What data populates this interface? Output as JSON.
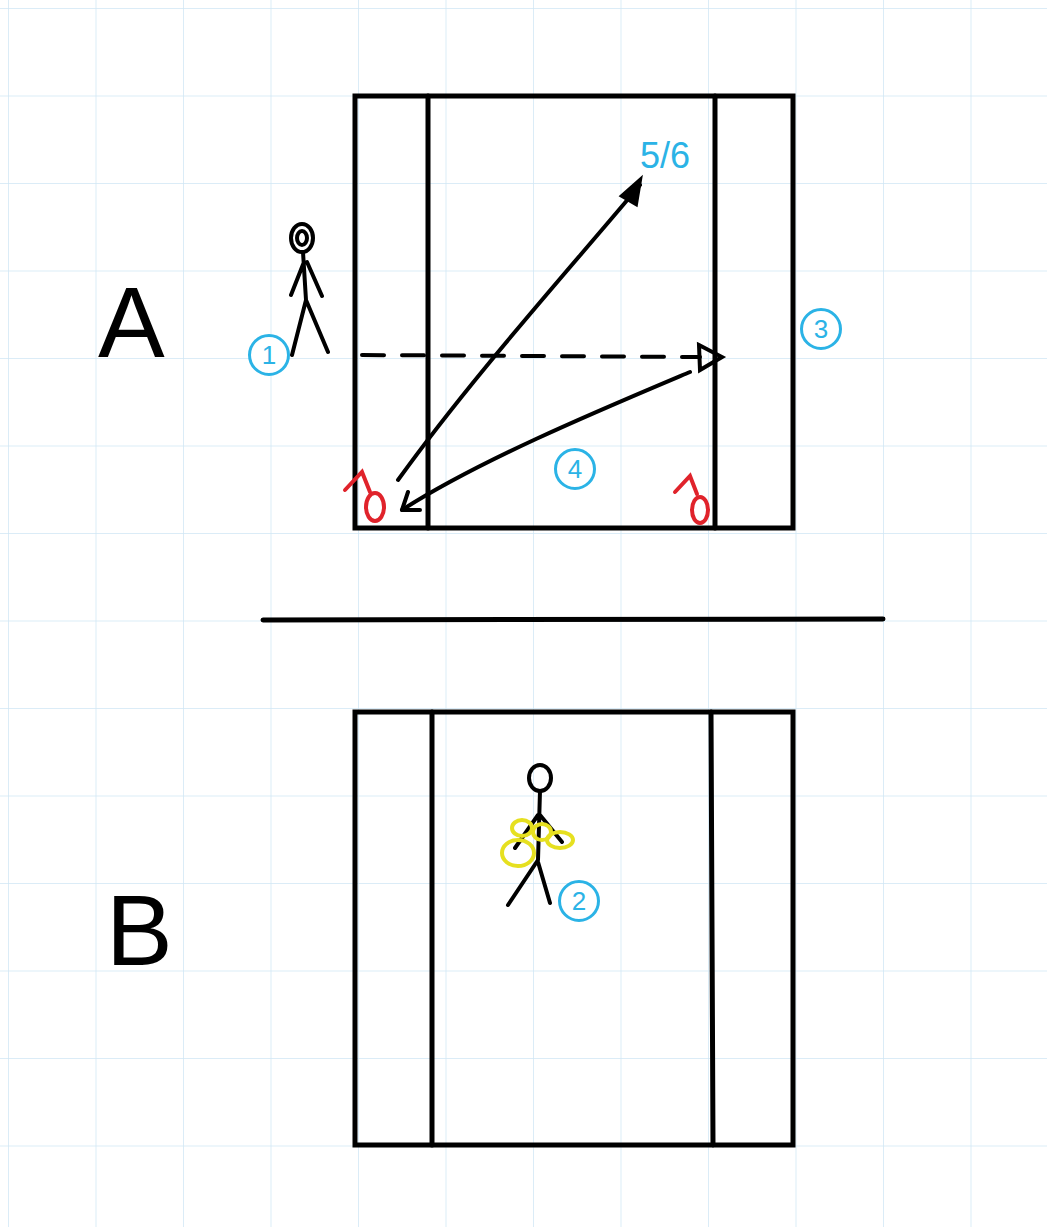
{
  "diagram": {
    "labels": [
      "A",
      "1",
      "5/6",
      "3",
      "4",
      "B",
      "2"
    ]
  }
}
